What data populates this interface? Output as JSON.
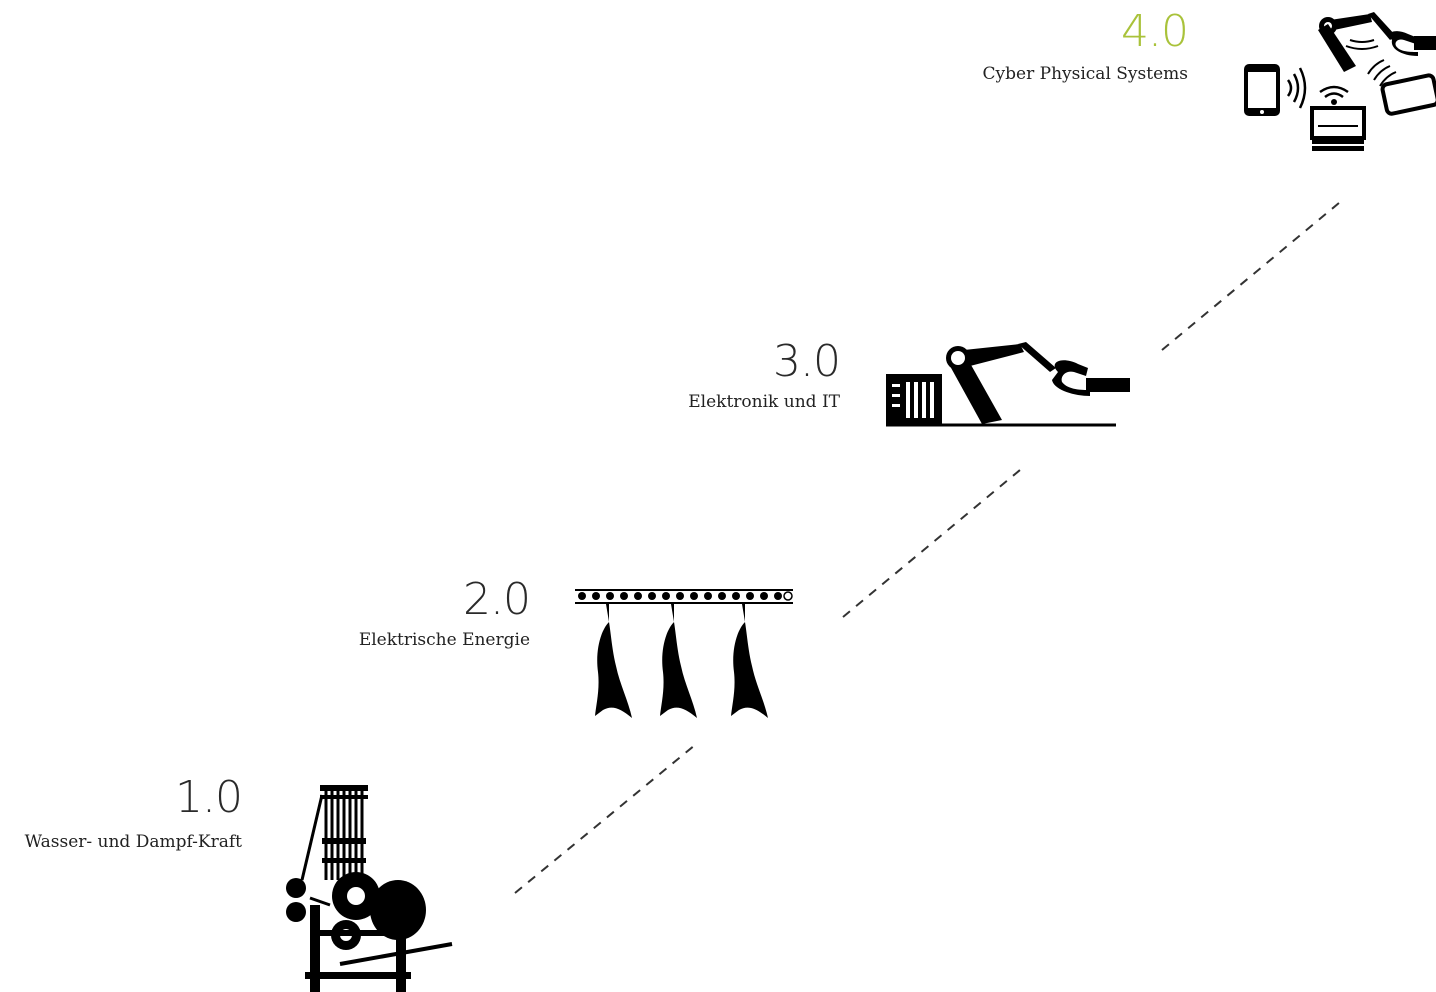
{
  "colors": {
    "number_default": "#2a2a2a",
    "number_highlight": "#a9c23a",
    "icon": "#000000",
    "connector": "#333333"
  },
  "stages": [
    {
      "number": "1.0",
      "caption": "Wasser- und Dampf-Kraft",
      "icon": "mechanical-loom-icon"
    },
    {
      "number": "2.0",
      "caption": "Elektrische Energie",
      "icon": "assembly-line-icon"
    },
    {
      "number": "3.0",
      "caption": "Elektronik und IT",
      "icon": "industrial-robot-icon"
    },
    {
      "number": "4.0",
      "caption": "Cyber Physical Systems",
      "icon": "connected-devices-icon"
    }
  ]
}
